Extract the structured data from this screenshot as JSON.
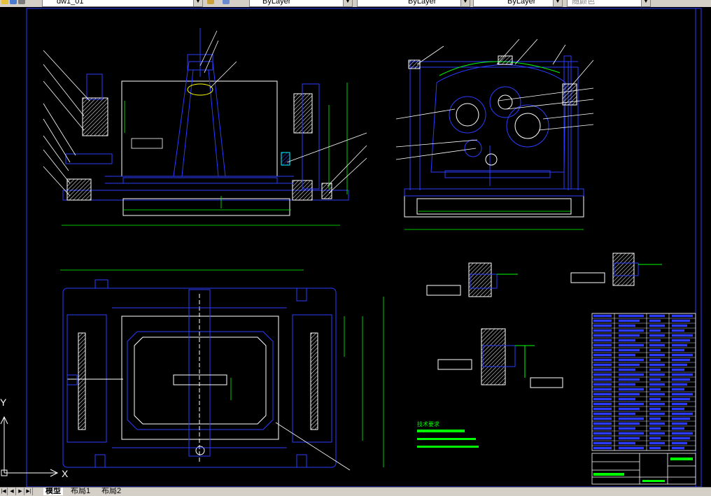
{
  "toolbar": {
    "layer_name": "dw1_01",
    "linetype": "ByLayer",
    "lineweight": "ByLayer",
    "linescale": "ByLayer",
    "plotstyle": "随颜色"
  },
  "ucs": {
    "y_label": "Y",
    "x_label": "X"
  },
  "tabs": [
    {
      "label": "模型",
      "active": true
    },
    {
      "label": "布局1",
      "active": false
    },
    {
      "label": "布局2",
      "active": false
    }
  ],
  "colors": {
    "background": "#000000",
    "blue": "#2b3bff",
    "green": "#00ff00",
    "white": "#ffffff",
    "cyan": "#00ffff",
    "yellow": "#ffff00",
    "magenta": "#ff00ff"
  },
  "notes_title": "技术要求"
}
